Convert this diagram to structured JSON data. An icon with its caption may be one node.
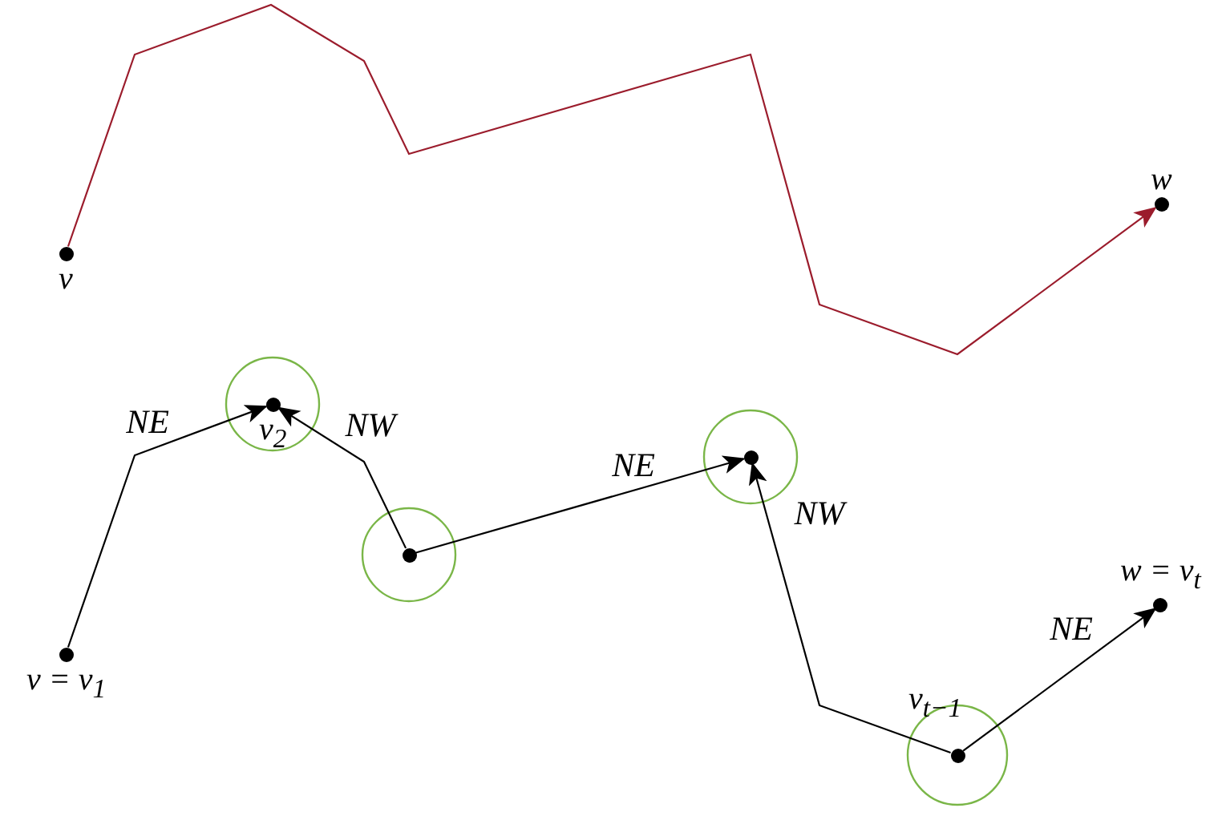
{
  "diagram": {
    "nodes": [
      {
        "text": [
          "v"
        ]
      },
      {
        "text": [
          "w"
        ]
      },
      {
        "text": [
          "v = v$_{1}$"
        ]
      },
      {
        "text": [
          "v$_{2}$"
        ]
      },
      {
        "text": [],
        "shape": "circle"
      },
      {
        "text": [],
        "shape": "circle"
      },
      {
        "text": [
          "v$_{t−1}$"
        ]
      },
      {
        "text": [
          "w = v$_{t}$"
        ]
      }
    ],
    "edges": [
      {
        "from": 0,
        "to": 1,
        "arrow": "to",
        "color": "#9b1c2c"
      },
      {
        "from": 2,
        "to": 3,
        "arrow": "to",
        "label": "NE"
      },
      {
        "from": 4,
        "to": 3,
        "arrow": "to",
        "label": "NW"
      },
      {
        "from": 4,
        "to": 5,
        "arrow": "to",
        "label": "NE"
      },
      {
        "from": 6,
        "to": 5,
        "arrow": "to",
        "label": "NW"
      },
      {
        "from": 6,
        "to": 7,
        "arrow": "to",
        "label": "NE"
      }
    ]
  }
}
